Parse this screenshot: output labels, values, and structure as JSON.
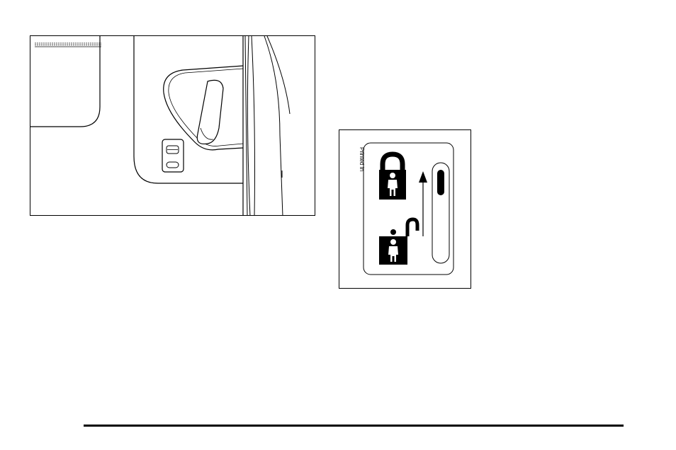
{
  "door_illustration": {
    "description_icons": [
      "door-panel",
      "door-handle",
      "child-lock-switch"
    ]
  },
  "child_lock_label": {
    "printed_text": "Printed In",
    "icons": [
      "locked-padlock-child-icon",
      "unlocked-padlock-child-icon",
      "up-arrow-icon",
      "slider-track-icon"
    ]
  },
  "colors": {
    "ink": "#000000",
    "paper": "#ffffff"
  }
}
